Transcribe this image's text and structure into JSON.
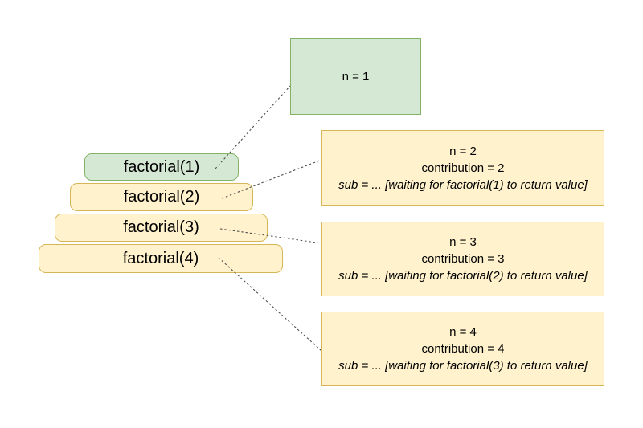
{
  "diagram": {
    "subject": "factorial recursion call stack",
    "colors": {
      "background": "#ffffff",
      "green_fill": "#d5e8d4",
      "green_border": "#82b366",
      "yellow_fill": "#fff2cc",
      "yellow_border": "#d6b656",
      "connector": "#4d4d4d",
      "text": "#000000"
    },
    "stack": [
      {
        "label": "factorial(1)",
        "color": "green"
      },
      {
        "label": "factorial(2)",
        "color": "yellow"
      },
      {
        "label": "factorial(3)",
        "color": "yellow"
      },
      {
        "label": "factorial(4)",
        "color": "yellow"
      }
    ],
    "frames": [
      {
        "line1": "n = 1"
      },
      {
        "line1": "n = 2",
        "line2": "contribution = 2",
        "line3": "sub = ... [waiting for factorial(1) to return value]"
      },
      {
        "line1": "n = 3",
        "line2": "contribution = 3",
        "line3": "sub = ... [waiting for factorial(2) to return value]"
      },
      {
        "line1": "n = 4",
        "line2": "contribution = 4",
        "line3": "sub = ... [waiting for factorial(3) to return value]"
      }
    ]
  }
}
